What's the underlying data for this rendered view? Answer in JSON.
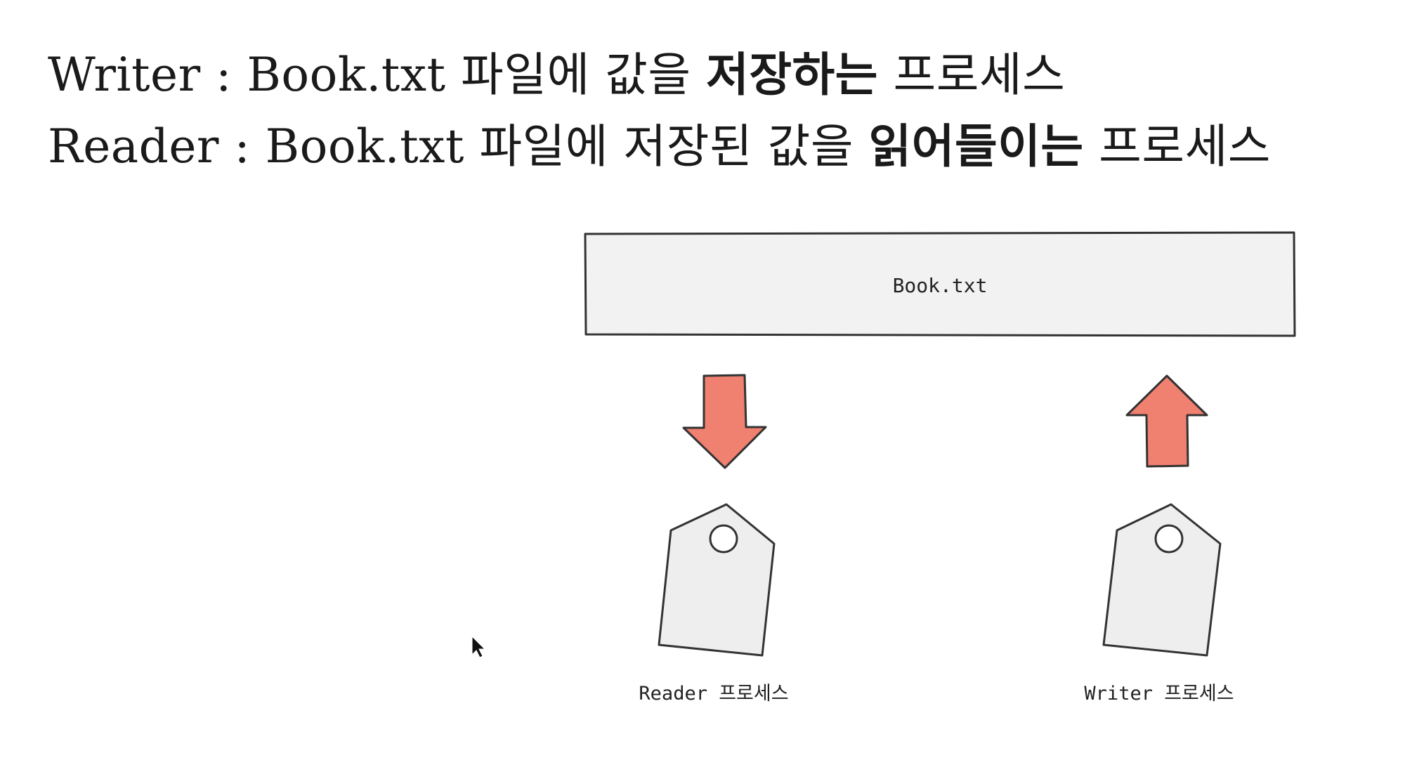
{
  "headlines": {
    "writer": {
      "pre": "Writer : Book.txt 파일에 값을 ",
      "bold": "저장하는",
      "post": " 프로세스"
    },
    "reader": {
      "pre": "Reader : Book.txt 파일에 저장된 값을 ",
      "bold": "읽어들이는",
      "post": " 프로세스"
    }
  },
  "diagram": {
    "file_label": "Book.txt",
    "reader_label": "Reader 프로세스",
    "writer_label": "Writer 프로세스",
    "arrow_color": "#f08070",
    "arrow_stroke": "#333333",
    "box_fill": "#f2f2f2",
    "tag_fill": "#eeeeee",
    "reader_arrow_icon": "arrow-down-icon",
    "writer_arrow_icon": "arrow-up-icon",
    "tag_icon": "tag-icon"
  }
}
